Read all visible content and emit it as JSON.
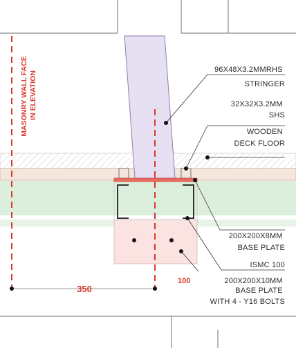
{
  "annotations": {
    "stringer": [
      "96X48X3.2MMRHS",
      "STRINGER"
    ],
    "shs": [
      "32X32X3.2MM",
      "SHS"
    ],
    "deck": [
      "WOODEN",
      "DECK FLOOR"
    ],
    "base_plate_top": [
      "200X200X8MM",
      "BASE PLATE"
    ],
    "ismc": [
      "ISMC 100"
    ],
    "base_plate_bottom": [
      "200X200X10MM",
      "BASE PLATE",
      "WITH 4 - Y16 BOLTS"
    ]
  },
  "wall_label": [
    "MASONRY WALL FACE",
    "IN ELEVATION"
  ],
  "dimensions": {
    "wall_offset": "350",
    "plate_offset": "100"
  },
  "colors": {
    "accent_red": "#d8392b",
    "stringer_fill": "#e6e0f2",
    "deck_fill": "#f4e6dc",
    "green_band": "#dcefdc",
    "base_plate_red": "#e96a5e",
    "footing_fill": "#fbe3e1"
  }
}
